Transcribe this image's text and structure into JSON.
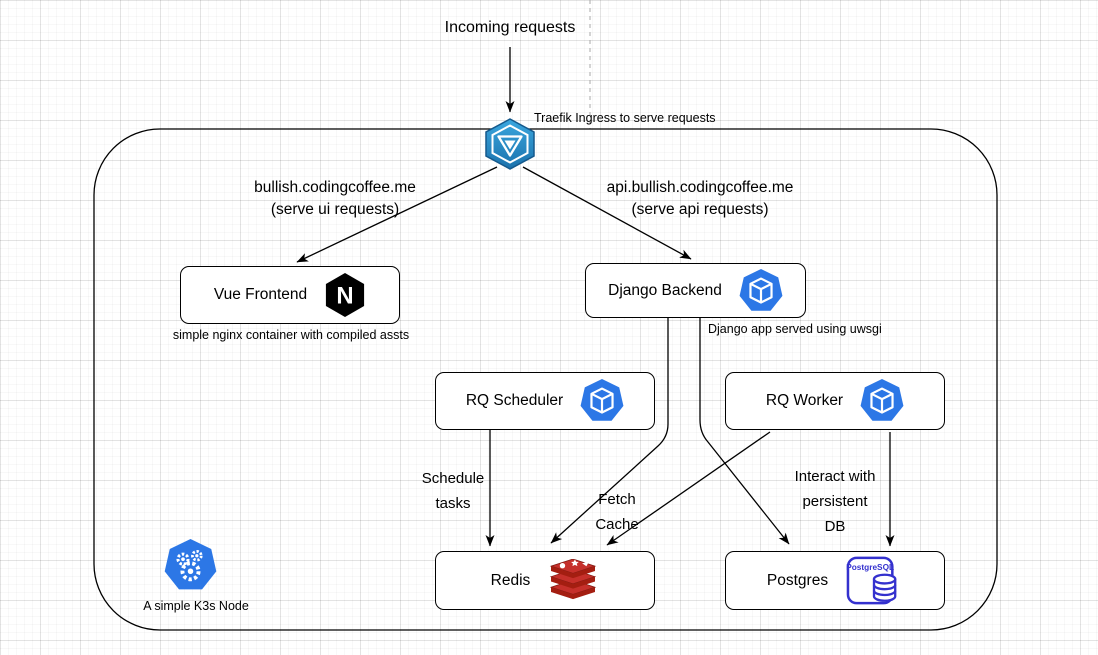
{
  "canvas": {
    "incoming_label": "Incoming requests",
    "ingress_note": "Traefik Ingress to serve requests",
    "cluster_note": "A simple K3s Node"
  },
  "routes": {
    "ui": {
      "label": "bullish.codingcoffee.me\n(serve ui requests)"
    },
    "api": {
      "label": "api.bullish.codingcoffee.me\n(serve api requests)"
    }
  },
  "nodes": {
    "vue_frontend": {
      "label": "Vue Frontend",
      "icon": "nginx-icon",
      "note": "simple nginx container with compiled assts"
    },
    "django_backend": {
      "label": "Django Backend",
      "icon": "kubernetes-pod-icon",
      "note": "Django app served using uwsgi"
    },
    "rq_scheduler": {
      "label": "RQ Scheduler",
      "icon": "kubernetes-pod-icon"
    },
    "rq_worker": {
      "label": "RQ Worker",
      "icon": "kubernetes-pod-icon"
    },
    "redis": {
      "label": "Redis",
      "icon": "redis-icon"
    },
    "postgres": {
      "label": "Postgres",
      "icon": "postgresql-icon",
      "icon_text": "PostgreSQL"
    }
  },
  "edge_labels": {
    "schedule_tasks": "Schedule\ntasks",
    "fetch_cache": "Fetch\nCache",
    "interact_db": "Interact with\npersistent\nDB"
  },
  "icons": {
    "nginx_letter": "N"
  },
  "colors": {
    "pod_blue": "#2C77E6",
    "k3s_blue": "#2C77E6",
    "traefik_blue_light": "#3BA7DF",
    "traefik_blue_dark": "#1B72AD",
    "nginx_black": "#000000",
    "redis_red": "#C6302B",
    "redis_red_dark": "#A41E11",
    "postgres_blue": "#3431CE",
    "edge_black": "#000000"
  }
}
